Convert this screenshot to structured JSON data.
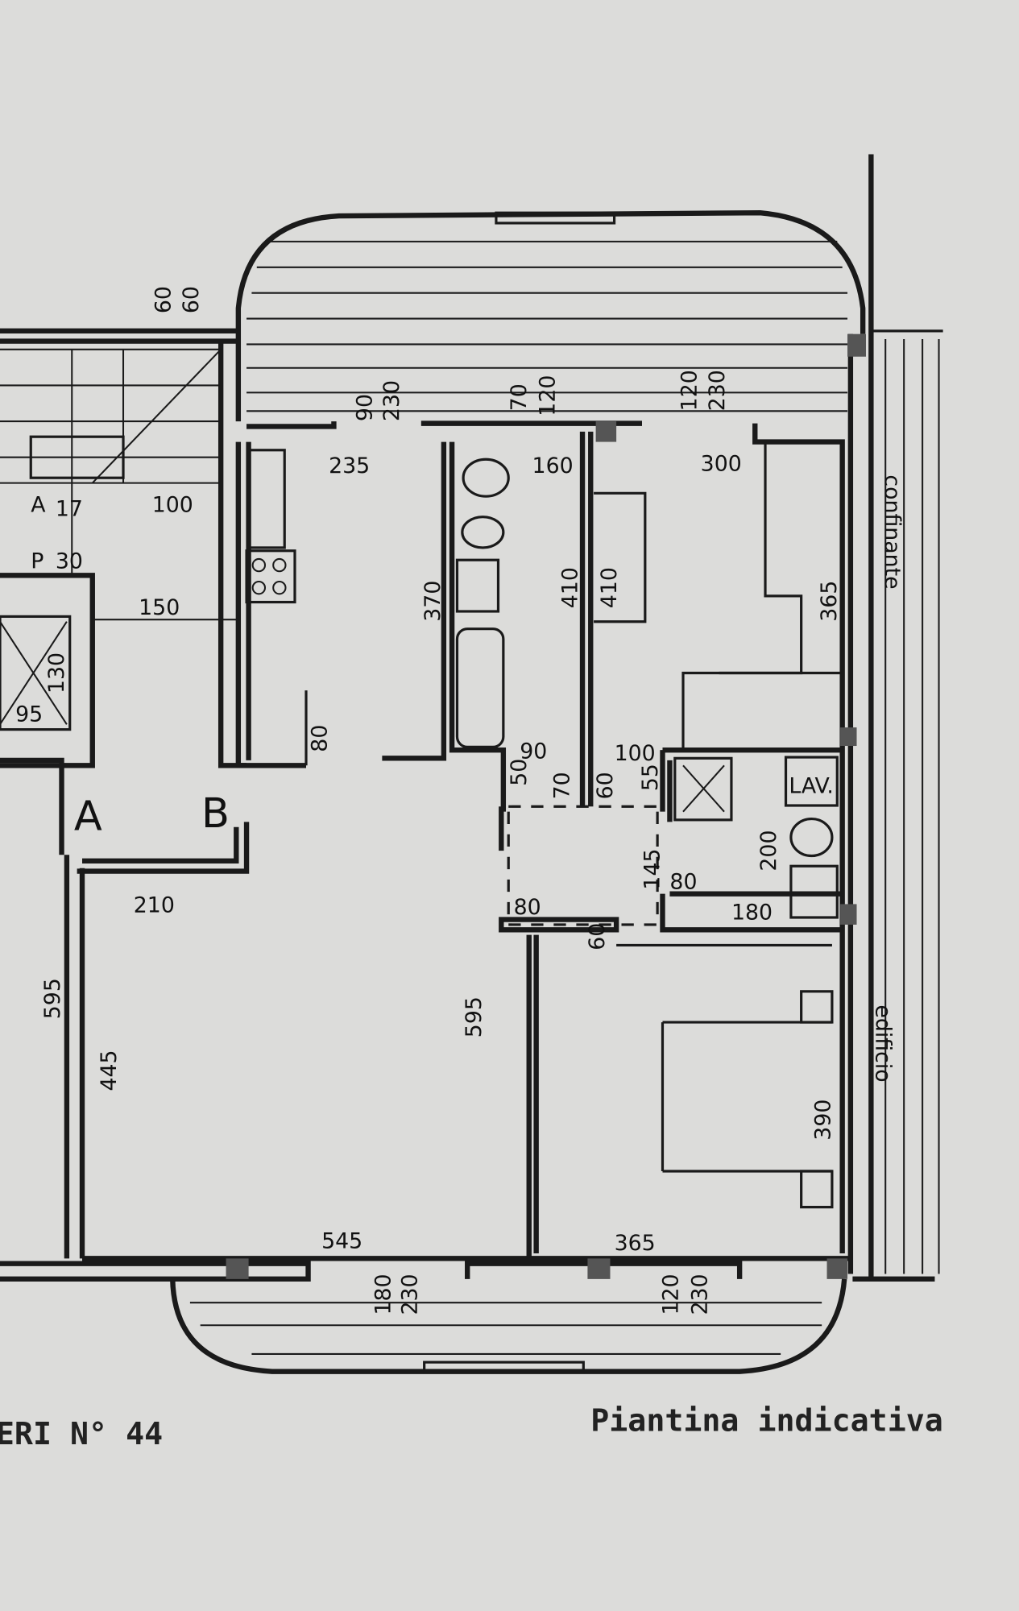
{
  "caption_left": "ERI N° 44",
  "caption_right": "Piantina indicativa",
  "neighbor_label_top": "confinante",
  "neighbor_label_bottom": "edificio",
  "stair_labels": {
    "a": "A",
    "a_val": "17",
    "p": "P",
    "p_val": "30"
  },
  "landing_labels": {
    "a": "A",
    "b": "B"
  },
  "laundry_label": "LAV.",
  "dimensions": {
    "top_wall_60a": "60",
    "top_wall_60b": "60",
    "win_kitchen_90": "90",
    "win_kitchen_230": "230",
    "win_bath_70": "70",
    "win_bath_120": "120",
    "win_bed1_120": "120",
    "win_bed1_230": "230",
    "kitchen_width": "235",
    "bath_width": "160",
    "bed1_width": "300",
    "landing_100": "100",
    "landing_150": "150",
    "lift_130": "130",
    "lift_95": "95",
    "kitchen_depth": "370",
    "bath_depth": "410",
    "closet_depth": "410",
    "bed1_depth": "365",
    "kitchen_door": "80",
    "bath_door_90": "90",
    "bath_door_50": "50",
    "hall_70": "70",
    "hall_60": "60",
    "hall_100": "100",
    "hall_55": "55",
    "bath2_200": "200",
    "bath2_145": "145",
    "bath2_80": "80",
    "bath2_180": "180",
    "entry_210": "210",
    "stair_595": "595",
    "living_595": "595",
    "living_445": "445",
    "bed2_390": "390",
    "hall2_80": "80",
    "bed2_door_60": "60",
    "living_width": "545",
    "bed2_width": "365",
    "win_living_180": "180",
    "win_living_230": "230",
    "win_bed2_120": "120",
    "win_bed2_230": "230"
  }
}
